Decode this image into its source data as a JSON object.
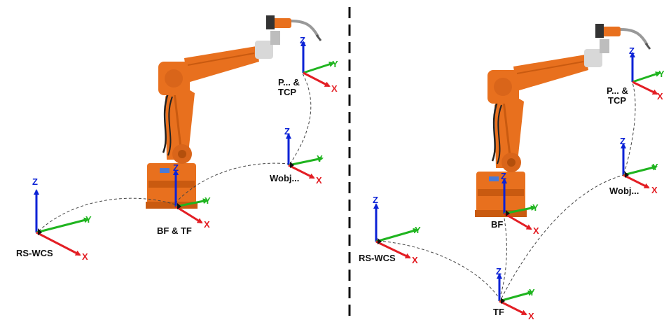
{
  "axis_names": {
    "x": "X",
    "y": "Y",
    "z": "Z"
  },
  "colors": {
    "x_axis": "#e31e24",
    "y_axis": "#1fb41f",
    "z_axis": "#0b22d6",
    "robot": "#e8701e",
    "path": "#444444"
  },
  "left_panel": {
    "frames": {
      "rs_wcs": "RS-WCS",
      "bf_tf": "BF & TF",
      "wobj": "Wobj...",
      "p_tcp_line1": "P... &",
      "p_tcp_line2": "TCP"
    }
  },
  "right_panel": {
    "frames": {
      "rs_wcs": "RS-WCS",
      "bf": "BF",
      "tf": "TF",
      "wobj": "Wobj...",
      "p_tcp_line1": "P... &",
      "p_tcp_line2": "TCP"
    }
  }
}
